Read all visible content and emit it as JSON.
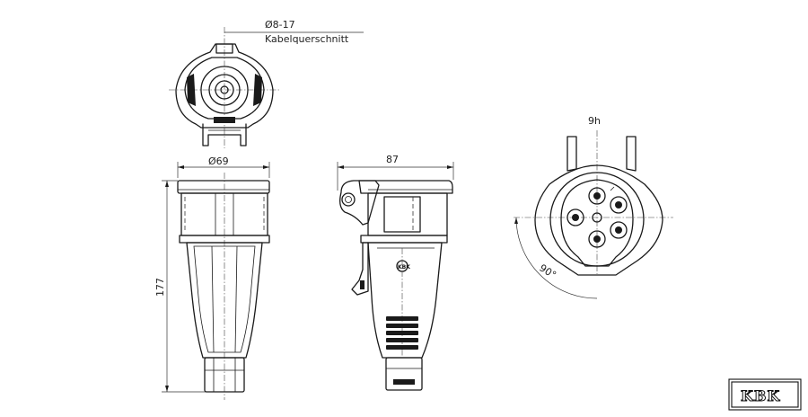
{
  "top_view": {
    "diameter_label": "Ø8-17",
    "cable_label": "Kabelquerschnitt"
  },
  "front_view": {
    "width_label": "Ø69",
    "height_label": "177"
  },
  "side_view": {
    "width_label": "87",
    "badge_text": "KBK"
  },
  "face_view": {
    "position_label": "9h",
    "angle_label": "90°"
  },
  "logo": {
    "text": "KBK"
  }
}
